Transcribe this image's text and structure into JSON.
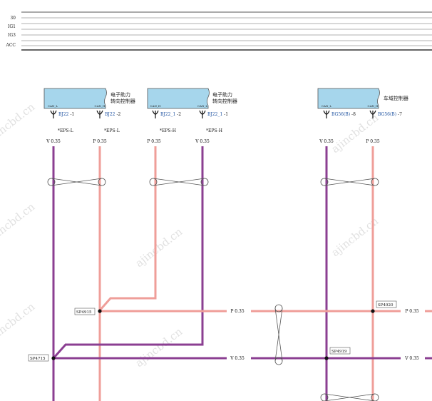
{
  "rails": {
    "labels": [
      "30",
      "IG1",
      "IG3",
      "ACC"
    ]
  },
  "colors": {
    "violet": "#8b3f92",
    "pink": "#ef9e99",
    "connector_fill": "#a6d6ec",
    "pin_label": "#1e52a0",
    "rail_line": "#444444"
  },
  "connectors": [
    {
      "title": [
        "电子助力",
        "转向控制器"
      ],
      "pins": [
        {
          "name": "CAN_L",
          "id": "BJ22",
          "num": "-1"
        },
        {
          "name": "CAN_H",
          "id": "BJ22",
          "num": "-2"
        }
      ]
    },
    {
      "title": [
        "电子助力",
        "转向控制器"
      ],
      "pins": [
        {
          "name": "CAN_H",
          "id": "BJ22_1",
          "num": "-2"
        },
        {
          "name": "CAN_L",
          "id": "BJ22_1",
          "num": "-1"
        }
      ]
    },
    {
      "title": [
        "车域控制器"
      ],
      "pins": [
        {
          "name": "CAN_L",
          "id": "BG56(B)",
          "num": "-8"
        },
        {
          "name": "CAN_H",
          "id": "BG56(B)",
          "num": "-7"
        }
      ]
    }
  ],
  "signals": [
    "*EPS-L",
    "*EPS-L",
    "*EPS-H",
    "*EPS-H"
  ],
  "wire_labels": {
    "col1": "V 0.35",
    "col2": "P 0.35",
    "col3": "P 0.35",
    "col4": "V 0.35",
    "col5": "V 0.35",
    "col6": "P 0.35",
    "h_pink_mid": "P 0.35",
    "h_pink_right": "P 0.35",
    "h_violet_mid": "V 0.35",
    "h_violet_right": "V 0.35"
  },
  "splices": {
    "sp4915": "SP4915",
    "sp4715": "SP4715",
    "sp4920": "SP4920",
    "sp4919": "SP4919"
  },
  "watermarks": [
    "ajincbd.cn",
    "ajincbd.cn",
    "ajincbd.cn",
    "ajincbd.cn",
    "ajincbd.cn",
    "ajincbd.cn",
    "ajincbd.cn"
  ]
}
